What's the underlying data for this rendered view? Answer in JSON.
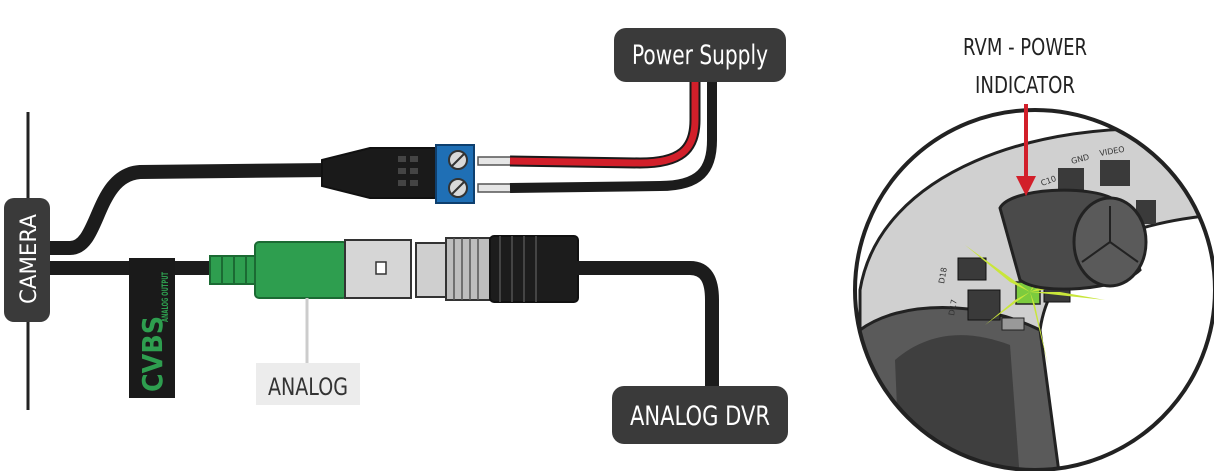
{
  "labels": {
    "power_supply": "Power Supply",
    "camera": "CAMERA",
    "cvbs": "CVBS",
    "cvbs_sub": "ANALOG OUTPUT",
    "analog": "ANALOG",
    "analog_dvr": "ANALOG DVR",
    "rvm_title_line1": "RVM - POWER",
    "rvm_title_line2": "INDICATOR"
  },
  "board_text": {
    "c10": "C10",
    "d18": "D18",
    "d17": "D17",
    "video": "VIDEO",
    "gnd": "GND"
  },
  "colors": {
    "label_bg": "#3a3a3a",
    "cable": "#1c1c1c",
    "bnc_green": "#2e9e4f",
    "terminal_blue": "#1f6fb5",
    "wire_red": "#d21f2a",
    "indicator_green": "#c9e63a",
    "cvbs_green": "#2e9e4f"
  }
}
